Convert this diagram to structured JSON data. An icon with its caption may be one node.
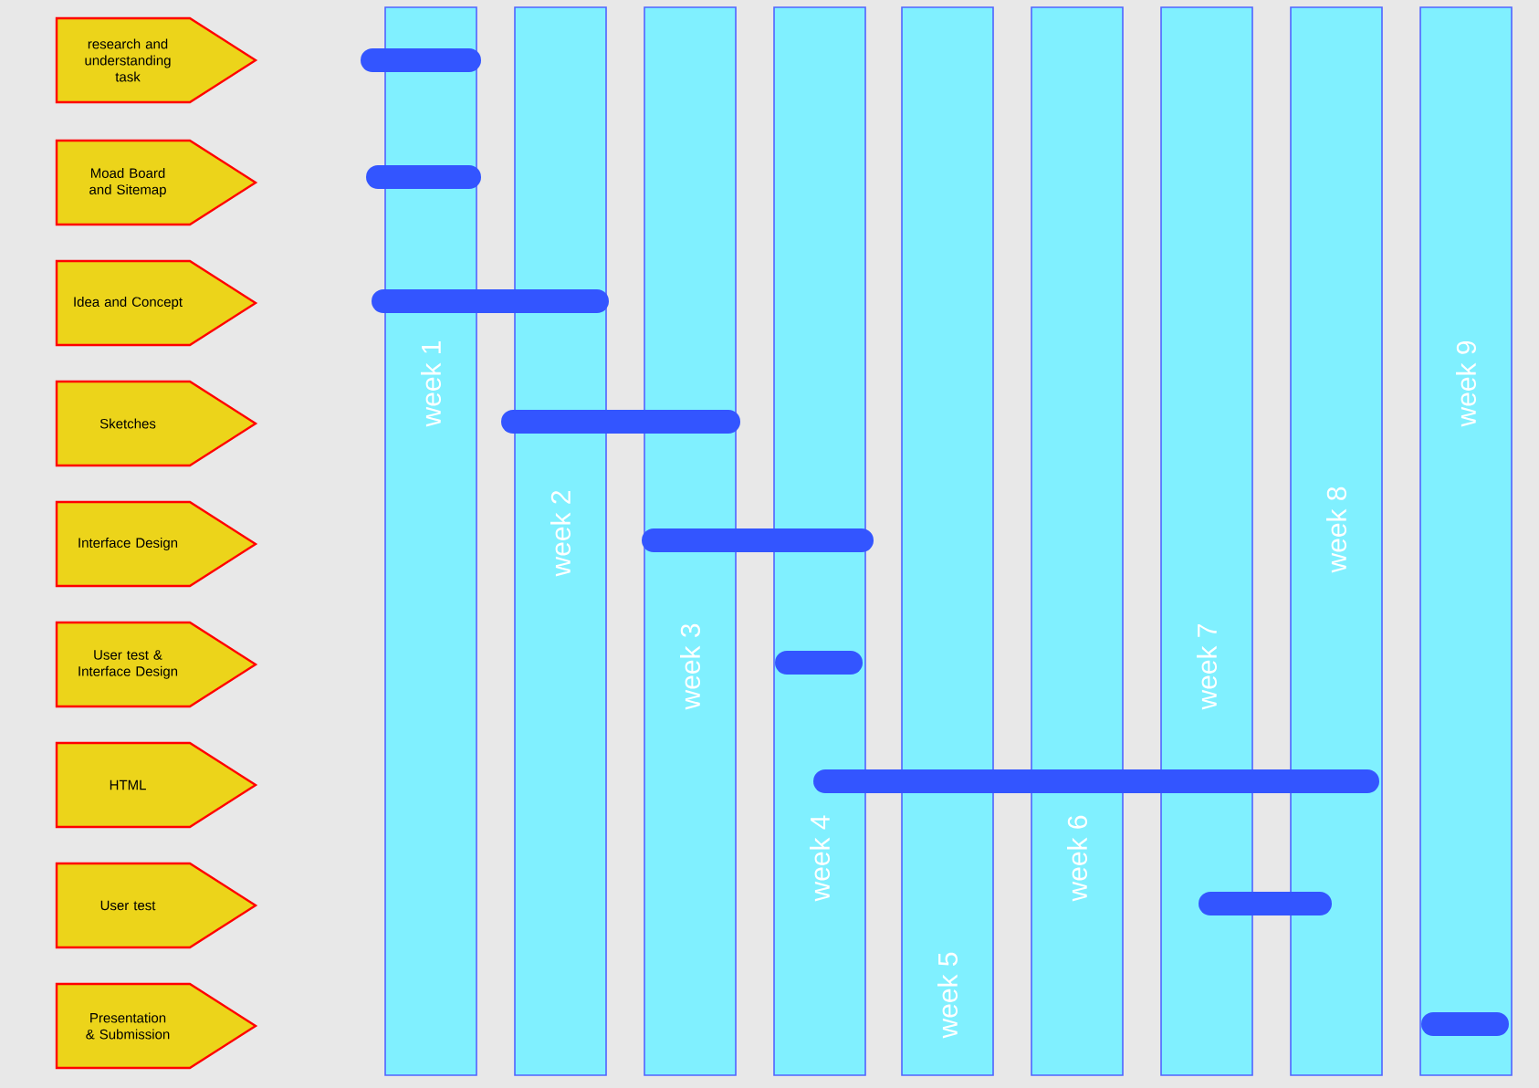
{
  "diagram": {
    "nodes": [
      {
        "text": [
          "research and understanding task"
        ]
      },
      {
        "text": [
          "Moad Board and Sitemap"
        ]
      },
      {
        "text": [
          "Idea and Concept"
        ]
      },
      {
        "text": [
          "Sketches"
        ]
      },
      {
        "text": [
          "Interface Design"
        ]
      },
      {
        "text": [
          "User test & Interface Design"
        ]
      },
      {
        "text": [
          "HTML"
        ]
      },
      {
        "text": [
          "User test"
        ]
      },
      {
        "text": [
          "Presentation & Submission"
        ]
      },
      {
        "text": [
          "week 1"
        ]
      },
      {
        "text": [
          "week 2"
        ]
      },
      {
        "text": [
          "week 3"
        ]
      },
      {
        "text": [
          "week 4"
        ]
      },
      {
        "text": [
          "week 5"
        ]
      },
      {
        "text": [
          "week 6"
        ]
      },
      {
        "text": [
          "week 7"
        ]
      },
      {
        "text": [
          "week 8"
        ]
      },
      {
        "text": [
          "week 9"
        ]
      }
    ]
  }
}
